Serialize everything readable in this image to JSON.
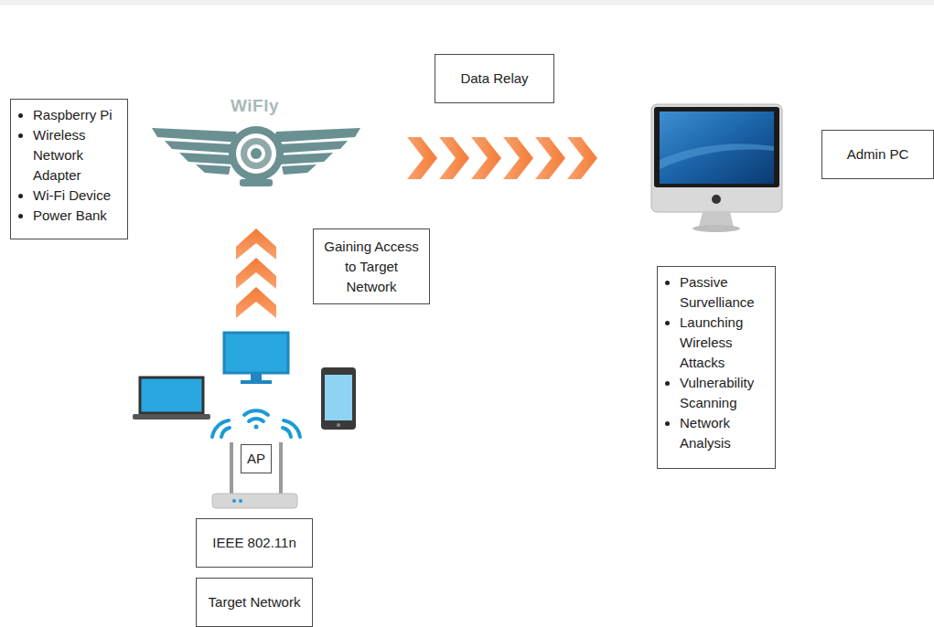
{
  "diagram": {
    "nodes": [
      {
        "text": [
          "Raspberry Pi",
          "Wireless Network Adapter",
          "Wi-Fi Device",
          "Power Bank"
        ]
      },
      {
        "text": [
          "Data Relay"
        ]
      },
      {
        "text": [
          "Admin PC"
        ]
      },
      {
        "text": [
          "Gaining Access to Target Network"
        ]
      },
      {
        "text": [
          "Passive Survelliance",
          "Launching Wireless Attacks",
          "Vulnerability Scanning",
          "Network Analysis"
        ]
      },
      {
        "text": [
          "AP"
        ]
      },
      {
        "text": [
          "IEEE 802.11n"
        ]
      },
      {
        "text": [
          "Target Network"
        ]
      }
    ],
    "labels": [
      "WiFly"
    ]
  }
}
